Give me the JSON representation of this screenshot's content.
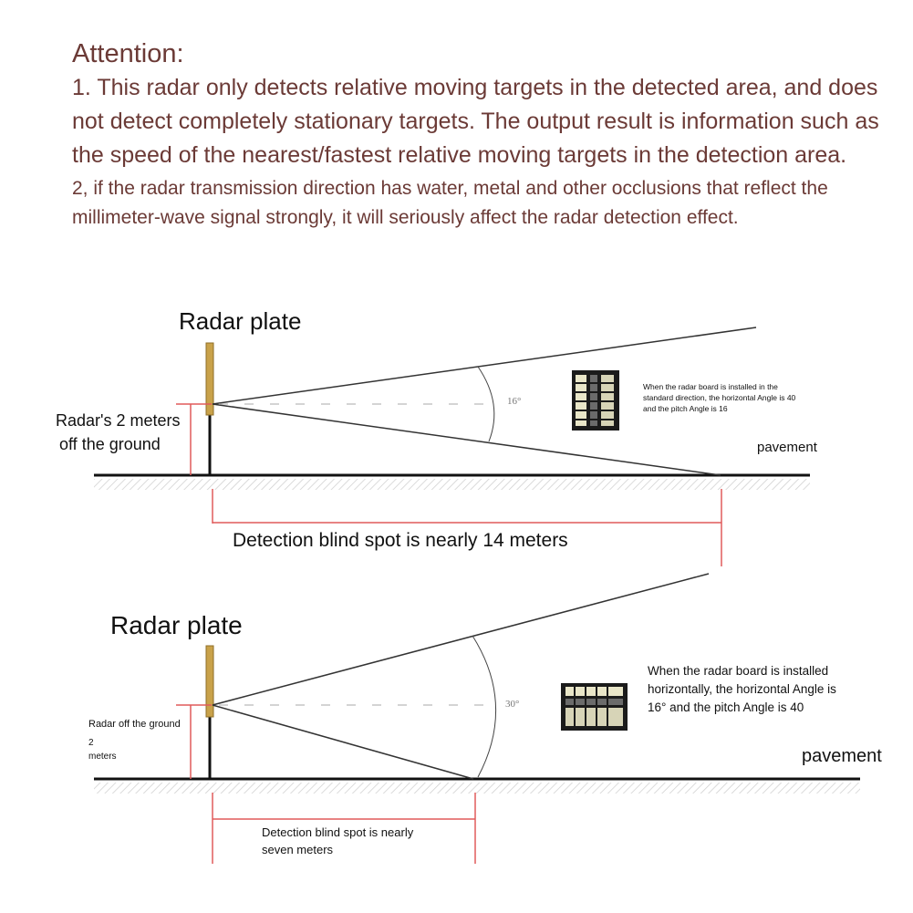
{
  "attention": {
    "title": "Attention:",
    "point1": "1. This radar only detects relative moving targets in the detected area, and does not detect completely stationary targets. The output result is information such as the speed of the nearest/fastest relative moving targets in the detection area.",
    "point2": "2, if the radar transmission direction has water, metal and other occlusions that reflect the millimeter-wave signal strongly, it will seriously affect the radar detection effect."
  },
  "diagram1": {
    "plate_label": "Radar plate",
    "height_label_line1": "Radar's 2 meters",
    "height_label_line2": "off the ground",
    "angle_label": "16°",
    "note": "When the radar board is installed in the standard direction, the horizontal Angle is 40 and the pitch Angle is 16",
    "surface_label": "pavement",
    "blind_spot_label": "Detection blind spot is nearly 14 meters"
  },
  "diagram2": {
    "plate_label": "Radar plate",
    "height_label_line1": "Radar off the ground",
    "height_label_line2": "2",
    "height_label_line3": "meters",
    "angle_label": "30°",
    "note": "When the radar board is installed horizontally, the horizontal Angle is 16° and the pitch Angle is 40",
    "surface_label": "pavement",
    "blind_spot_label": "Detection blind spot is nearly seven meters"
  },
  "colors": {
    "attention_text": "#6b3a36",
    "mast": "#c9a24a",
    "ground": "#111111",
    "measure": "#e05a5a",
    "beam": "#333333"
  }
}
